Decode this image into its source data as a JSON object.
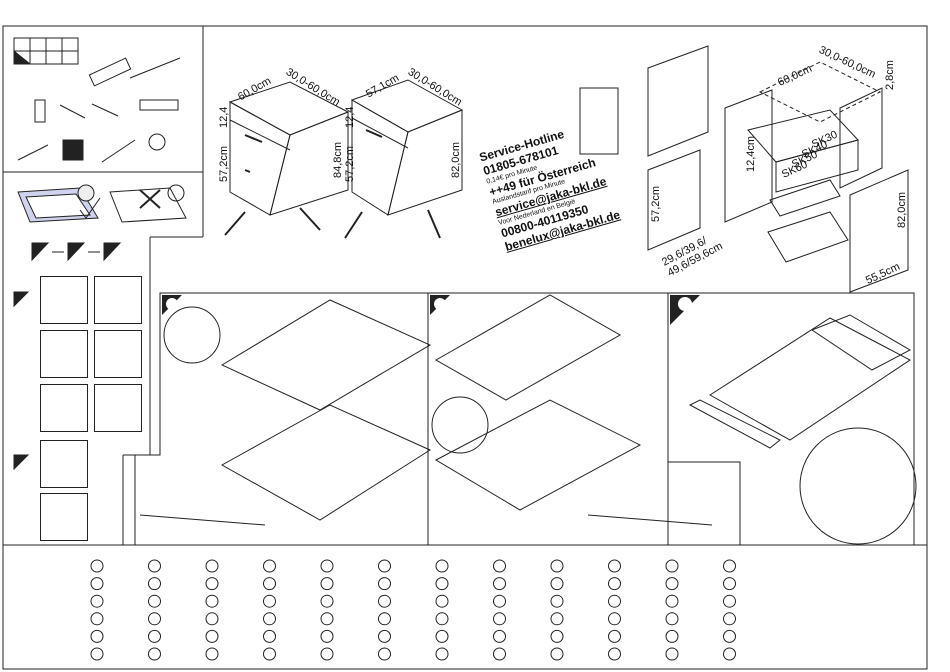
{
  "cabinets": {
    "cab1": {
      "top_depth": "60,0cm",
      "top_width": "30,0-60,0cm",
      "drawer_h": "12,4",
      "door_h": "57,2cm",
      "total_h": "84,8cm"
    },
    "cab2": {
      "top_depth": "57,1cm",
      "top_width": "30,0-60,0cm",
      "drawer_h": "12,4",
      "door_h": "57,2cm",
      "total_h": "82,0cm"
    }
  },
  "hotline": {
    "title": "Service-Hotline",
    "phone_de": "01805-678101",
    "rate_de": "0,14€ pro Minute",
    "phone_at": "++49 für Österreich",
    "rate_at": "Auslandstarif pro Minute",
    "email": "service@jaka-bkl.de",
    "nl_note": "Voor Nederland en België",
    "phone_nl": "00800-40119350",
    "email_nl": "benelux@jaka-bkl.de"
  },
  "exploded": {
    "depth": "60,0cm",
    "width": "30,0-60,0cm",
    "thickness": "2,8cm",
    "drawer_h": "12,4cm",
    "sizes": [
      "SK30",
      "SK40",
      "SK50",
      "SK60"
    ],
    "side_h": "82,0cm",
    "side_d": "55,5cm",
    "door_h": "57,2cm",
    "door_widths": "29,6/39,6/\n49,6/59,6cm"
  },
  "grid": {
    "cols": 12,
    "rows": 6
  },
  "colors": {
    "line": "#222222",
    "bg": "#ffffff"
  }
}
